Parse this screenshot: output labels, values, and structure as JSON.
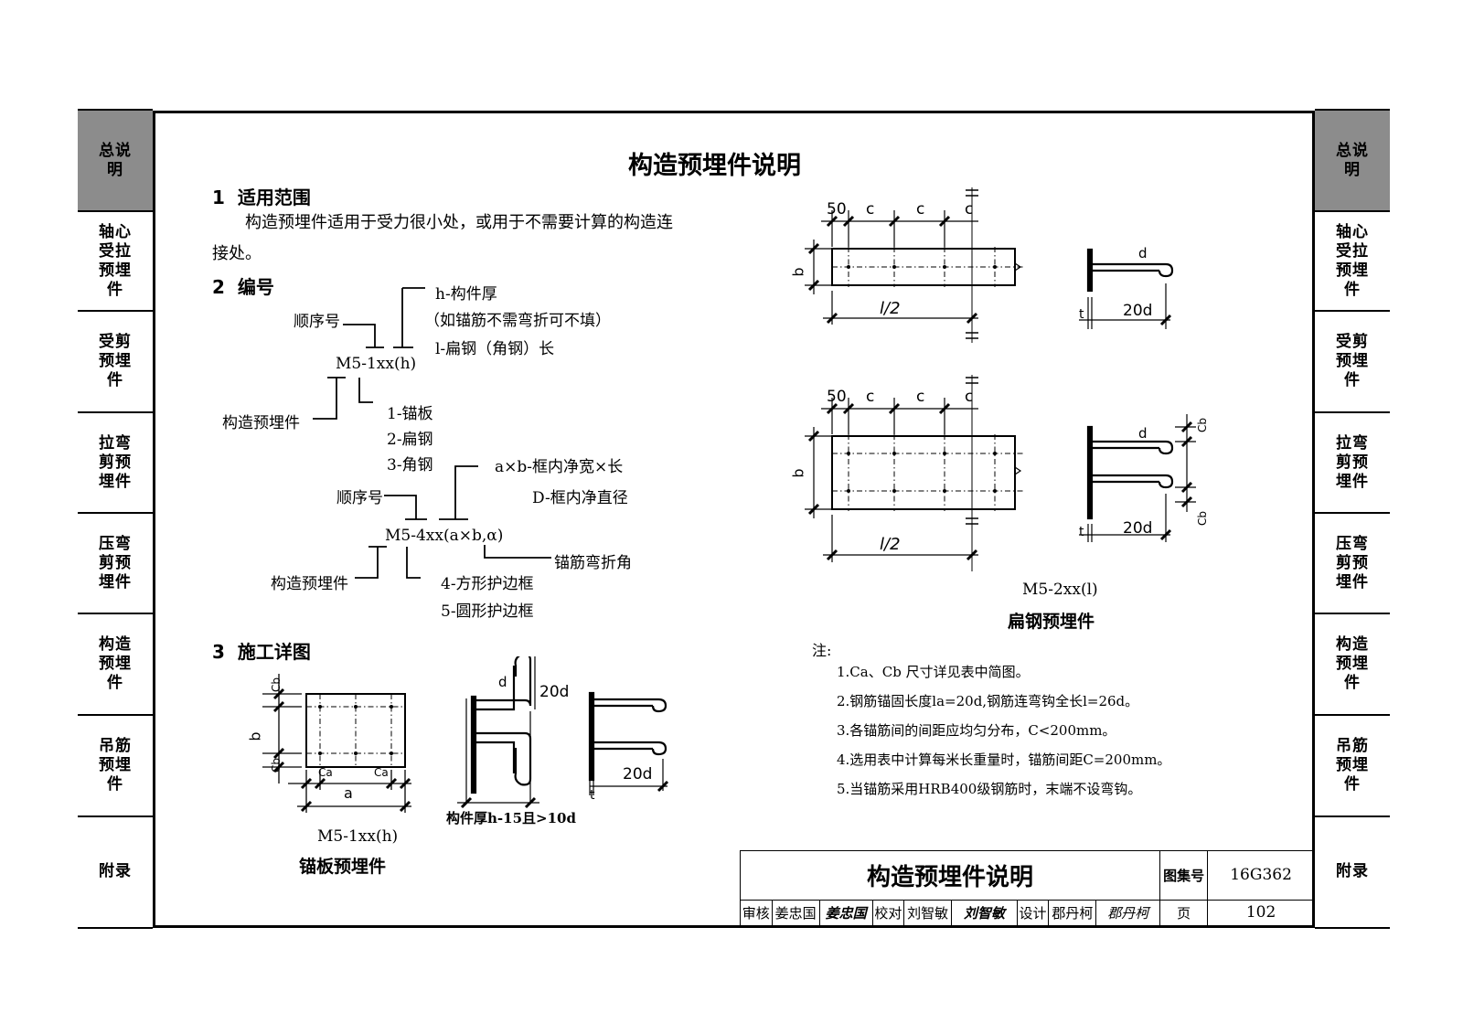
{
  "side_tabs": [
    "总说明",
    "轴心受拉预埋件",
    "受剪预埋件",
    "拉弯剪预埋件",
    "压弯剪预埋件",
    "构造预埋件",
    "吊筋预埋件",
    "附录"
  ],
  "title": "构造预埋件说明",
  "section1": {
    "heading": "1  适用范围",
    "line1": "构造预埋件适用于受力很小处，或用于不需要计算的构造连",
    "line2": "接处。"
  },
  "section2": {
    "heading": "2  编号",
    "code1": {
      "code": "M5-1xx(h)",
      "h_label": "h-构件厚",
      "h_note": "（如锚筋不需弯折可不填）",
      "l_label": "l-扁钢（角钢）长",
      "seq_label": "顺序号",
      "type_label": "构造预埋件",
      "opt1": "1-锚板",
      "opt2": "2-扁钢",
      "opt3": "3-角钢"
    },
    "code2": {
      "code": "M5-4xx(a×b,α)",
      "ab_label": "a×b-框内净宽×长",
      "d_label": "D-框内净直径",
      "seq_label": "顺序号",
      "angle_label": "锚筋弯折角",
      "type_label": "构造预埋件",
      "opt4": "4-方形护边框",
      "opt5": "5-圆形护边框"
    }
  },
  "section3": {
    "heading": "3  施工详图",
    "plate_code": "M5-1xx(h)",
    "plate_caption": "锚板预埋件",
    "bent_note": "构件厚h-15且>10d",
    "dims": {
      "a": "a",
      "b": "b",
      "ca": "Ca",
      "cb": "Cb",
      "d": "d",
      "twenty_d": "20d",
      "t": "t"
    }
  },
  "flat_steel": {
    "dims": {
      "fifty": "50",
      "c": "c",
      "b": "b",
      "l_half": "l/2",
      "d": "d",
      "twenty_d": "20d",
      "t": "t"
    },
    "code": "M5-2xx(l)",
    "caption": "扁钢预埋件"
  },
  "notes": {
    "heading": "注:",
    "items": [
      "1.Ca、Cb 尺寸详见表中简图。",
      "2.钢筋锚固长度la=20d,钢筋连弯钩全长l=26d。",
      "3.各锚筋间的间距应均匀分布，C<200mm。",
      "4.选用表中计算每米长重量时，锚筋间距C=200mm。",
      "5.当锚筋采用HRB400级钢筋时，末端不设弯钩。"
    ]
  },
  "title_block": {
    "title": "构造预埋件说明",
    "atlas_label": "图集号",
    "atlas_no": "16G362",
    "review_label": "审核",
    "reviewer": "姜忠国",
    "reviewer_sign": "姜忠国",
    "check_label": "校对",
    "checker": "刘智敏",
    "checker_sign": "刘智敏",
    "design_label": "设计",
    "designer": "郡丹柯",
    "designer_sign": "郡丹柯",
    "page_label": "页",
    "page_no": "102"
  }
}
